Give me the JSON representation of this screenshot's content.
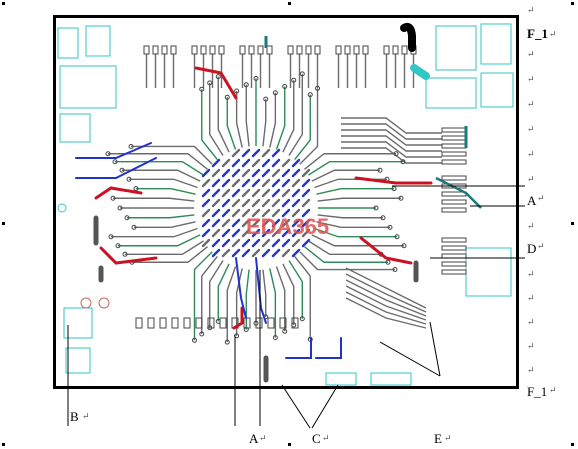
{
  "watermark": "EDA365",
  "labels": {
    "f1_top": "F_1",
    "f1_bottom": "F_1",
    "a_right": "A",
    "d_right": "D",
    "b_bottom": "B",
    "a_bottom": "A",
    "c_bottom": "C",
    "e_bottom": "E"
  },
  "return_mark": "↵",
  "colors": {
    "trace_gray": "#6b6b6b",
    "trace_green": "#2e8b57",
    "via_blue": "#2233cc",
    "trace_red": "#cc1122",
    "pad_cyan": "#33c6c6",
    "teal": "#1a7a7a",
    "watermark_red": "#e05050"
  }
}
